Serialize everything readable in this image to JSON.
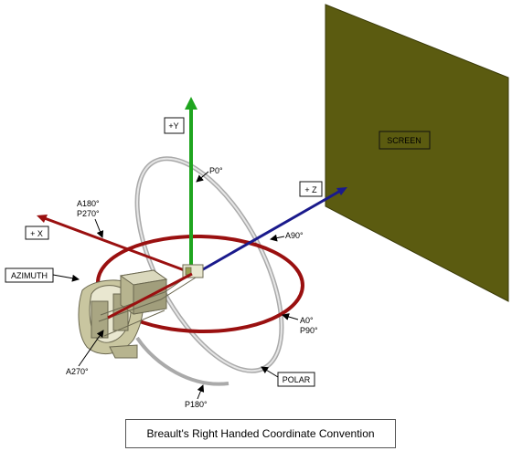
{
  "diagram": {
    "caption": "Breault's Right Handed Coordinate Convention",
    "axes": {
      "plus_y": "+Y",
      "plus_z": "+ Z",
      "plus_x": "+ X"
    },
    "screen_label": "SCREEN",
    "ring_labels": {
      "azimuth": "AZIMUTH",
      "polar": "POLAR"
    },
    "angle_labels": {
      "p0": "P0°",
      "a180": "A180°",
      "p270": "P270°",
      "a90": "A90°",
      "a0": "A0°",
      "p90": "P90°",
      "a270": "A270°",
      "p180": "P180°"
    },
    "colors": {
      "y_axis": "#1fa51f",
      "z_axis": "#1a1a8c",
      "x_axis": "#9a1010",
      "azimuth_ring": "#9a1010",
      "polar_ring": "#c8c8c8",
      "screen": "#5b5b10",
      "device": "#c9c6a0"
    }
  }
}
